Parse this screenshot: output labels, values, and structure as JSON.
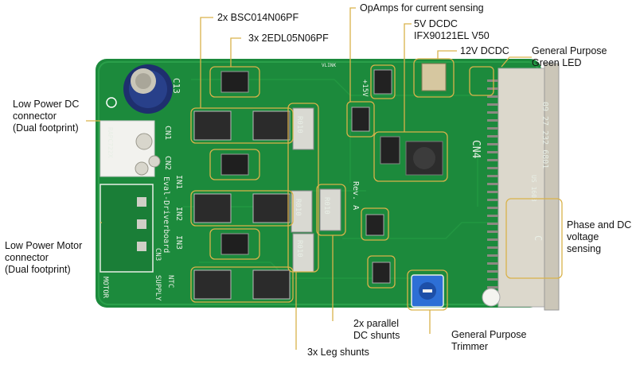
{
  "annotations": {
    "bsc": "2x BSC014N06PF",
    "edl": "3x 2EDL05N06PF",
    "opamps": "OpAmps for current sensing",
    "dcdc5v_line1": "5V DCDC",
    "dcdc5v_line2": "IFX90121EL V50",
    "dcdc12v": "12V DCDC",
    "led_line1": "General Purpose",
    "led_line2": "Green LED",
    "lp_dc_line1": "Low Power DC",
    "lp_dc_line2": "connector",
    "lp_dc_line3": "(Dual footprint)",
    "lp_motor_line1": "Low Power Motor",
    "lp_motor_line2": "connector",
    "lp_motor_line3": "(Dual footprint)",
    "phase_line1": "Phase and DC",
    "phase_line2": "voltage",
    "phase_line3": "sensing",
    "shunts_parallel_line1": "2x parallel",
    "shunts_parallel_line2": "DC shunts",
    "trimmer_line1": "General Purpose",
    "trimmer_line2": "Trimmer",
    "leg_shunts": "3x Leg shunts"
  },
  "board_silkscreen": {
    "c13": "C13",
    "cn1": "CN1",
    "cn2": "CN2",
    "cn3": "CN3",
    "cn4": "CN4",
    "rapc": "RAPC722X",
    "in1": "IN1",
    "in2": "IN2",
    "in3": "IN3",
    "evalboard": "Eval-Driverboard",
    "rev": "Rev. A",
    "motor": "MOTOR",
    "supply": "SUPPLY",
    "ntc": "NTC",
    "shunt": "R010",
    "plus15v": "+15V",
    "vlink": "VLINK",
    "connector_code1": "09 27 232 6801",
    "connector_code2": "US 1603",
    "connector_mark": "C"
  },
  "colors": {
    "pcb": "#1c8a3c",
    "callout_line": "#d9b24a",
    "label_text": "#111111"
  }
}
